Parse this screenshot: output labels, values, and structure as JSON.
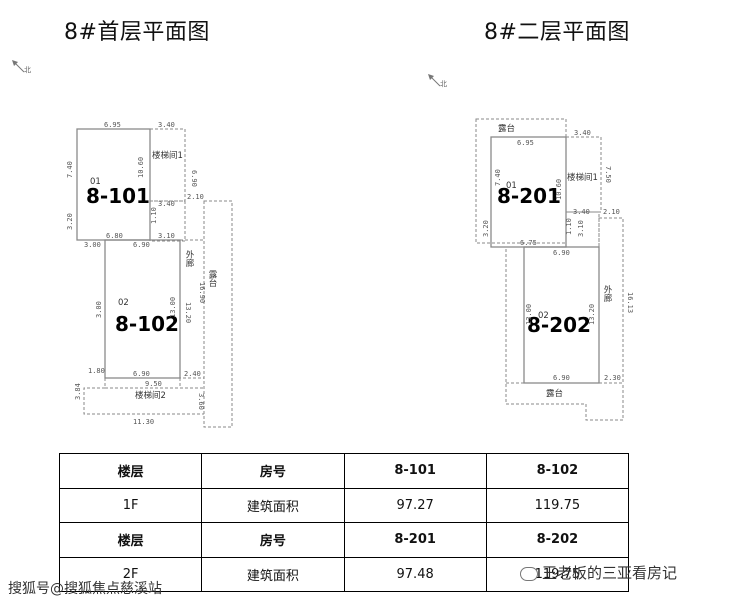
{
  "titles": {
    "left": "8#首层平面图",
    "right": "8#二层平面图"
  },
  "north_label": "北",
  "plan1": {
    "units": [
      "8-101",
      "8-102"
    ],
    "room_numbers": [
      "01",
      "02"
    ],
    "labels": {
      "stair1": "楼梯间1",
      "corridor": "外廊",
      "terrace": "露台",
      "stair2": "楼梯间2"
    },
    "dims": [
      "6.95",
      "3.40",
      "7.40",
      "6.90",
      "3.40",
      "2.10",
      "3.20",
      "1.10",
      "3.00",
      "6.80",
      "6.90",
      "3.10",
      "3.00",
      "16.90",
      "13.20",
      "13.00",
      "1.80",
      "6.90",
      "2.40",
      "9.50",
      "3.84",
      "3.60",
      "11.30",
      "10.60"
    ]
  },
  "plan2": {
    "units": [
      "8-201",
      "8-202"
    ],
    "room_numbers": [
      "01",
      "02"
    ],
    "labels": {
      "terrace_top": "露台",
      "stair1": "楼梯间1",
      "corridor": "外廊",
      "terrace_bottom": "露台"
    },
    "dims": [
      "6.95",
      "3.40",
      "7.40",
      "7.50",
      "10.60",
      "3.40",
      "2.10",
      "3.20",
      "1.10",
      "6.75",
      "6.90",
      "3.10",
      "13.00",
      "13.20",
      "16.13",
      "6.90",
      "2.30"
    ]
  },
  "table": {
    "rows": [
      [
        "楼层",
        "房号",
        "8-101",
        "8-102"
      ],
      [
        "1F",
        "建筑面积",
        "97.27",
        "119.75"
      ],
      [
        "楼层",
        "房号",
        "8-201",
        "8-202"
      ],
      [
        "2F",
        "建筑面积",
        "97.48",
        "119.75"
      ]
    ]
  },
  "watermarks": {
    "left": "搜狐号@搜狐焦点慈溪站",
    "right": "王老板的三亚看房记"
  }
}
